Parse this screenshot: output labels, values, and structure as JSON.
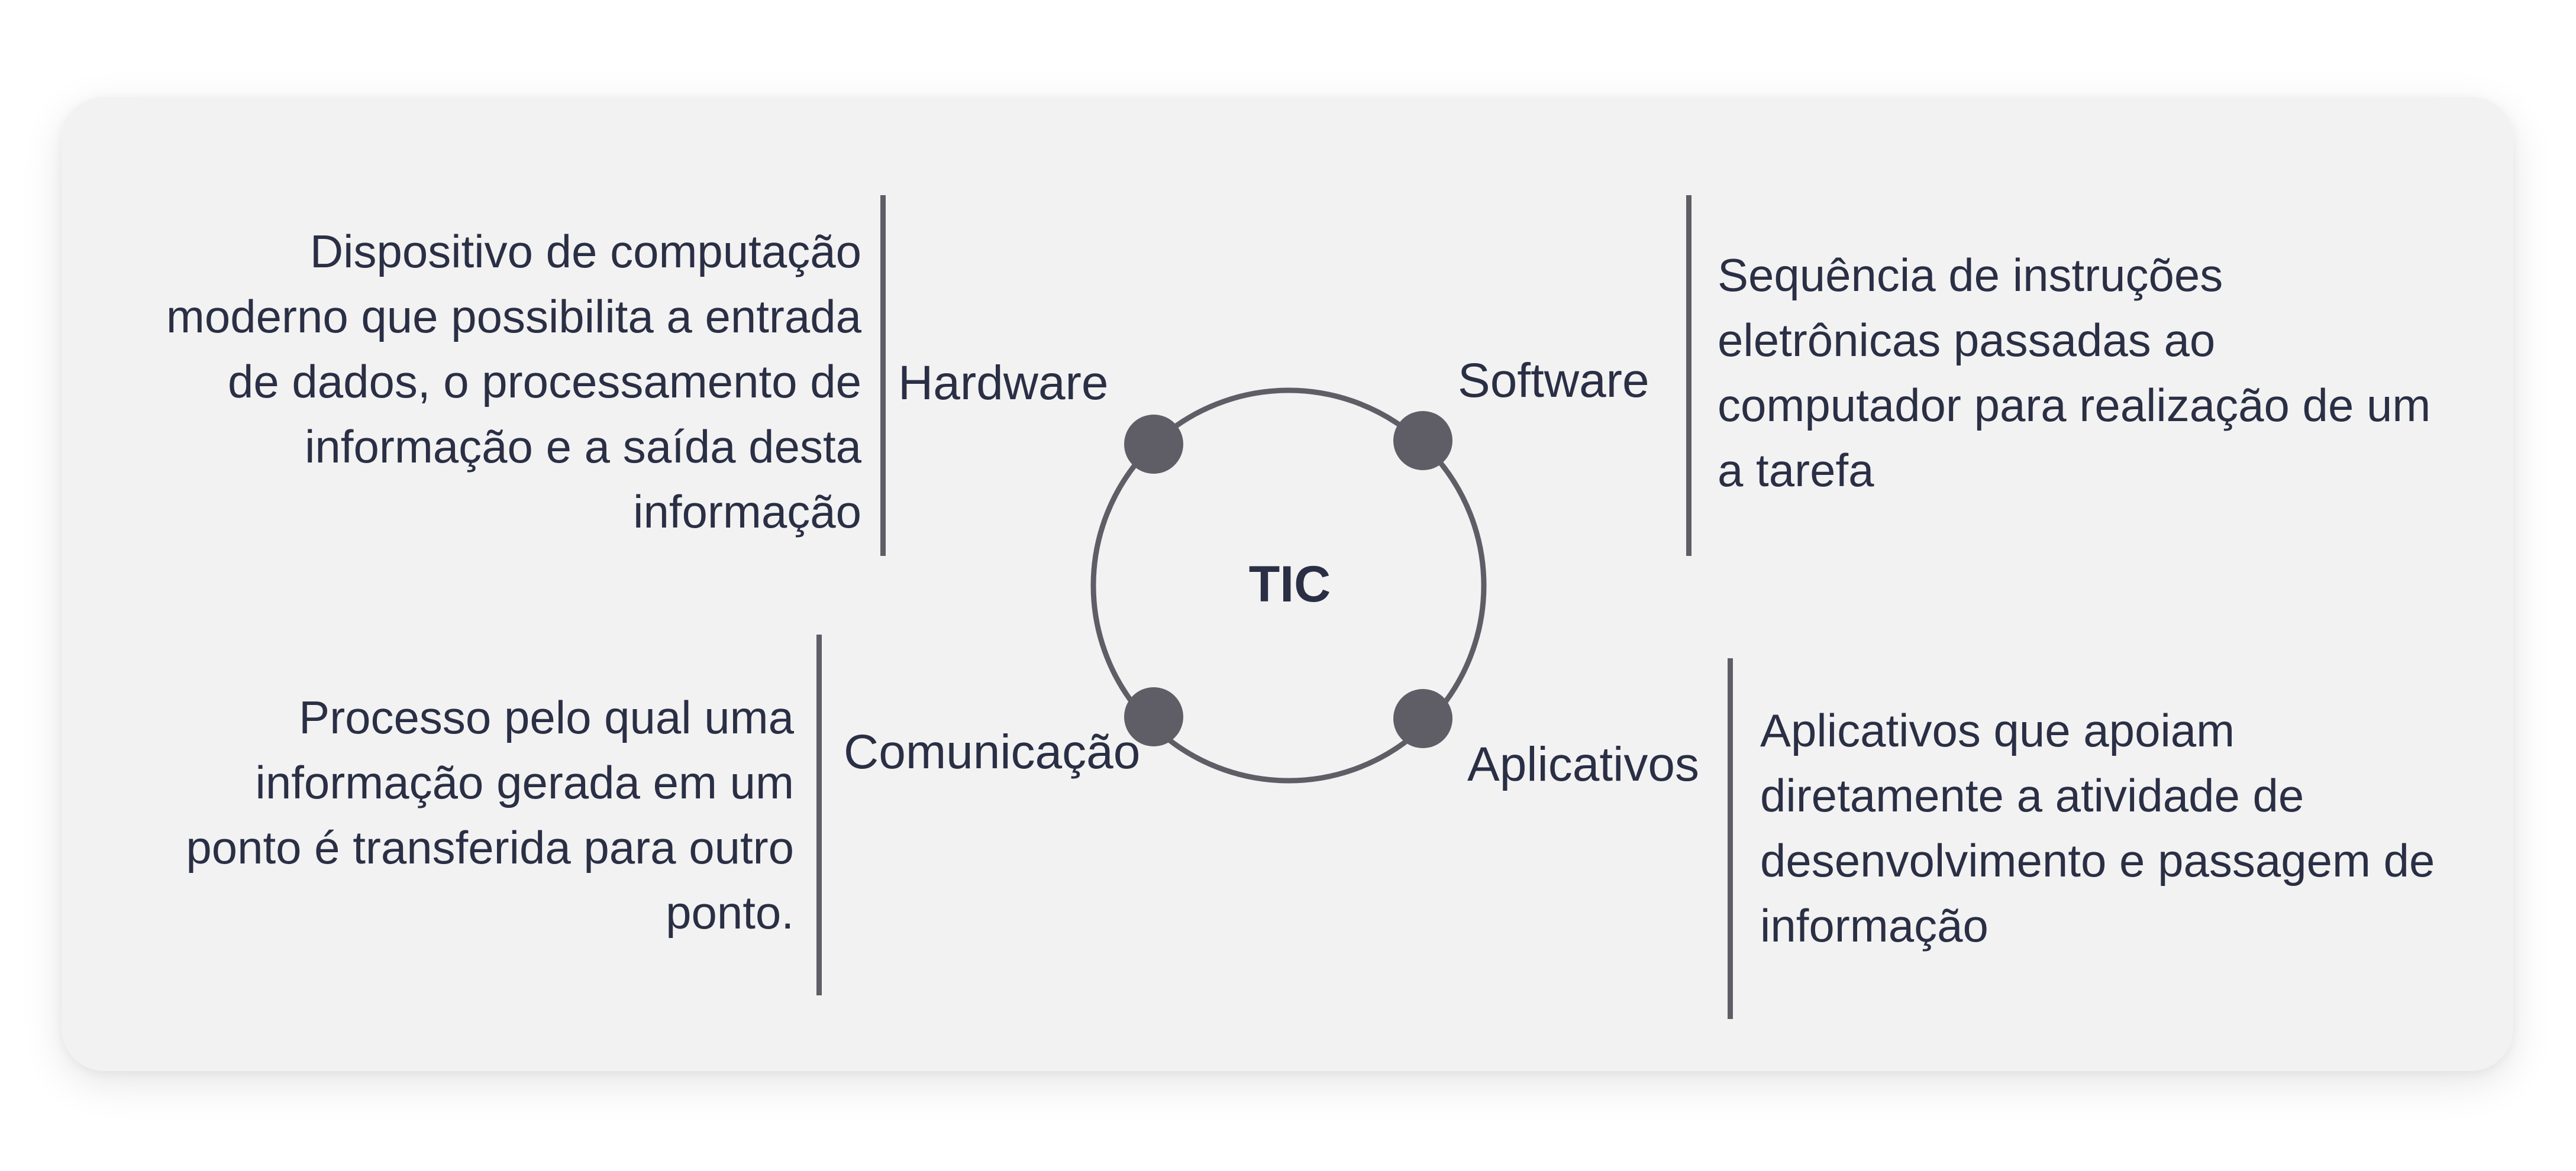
{
  "diagram": {
    "center_label": "TIC",
    "colors": {
      "panel": "#f2f2f2",
      "lines": "#5f5e66",
      "text": "#2a2f45"
    },
    "items": [
      {
        "label": "Hardware",
        "description": "Dispositivo de computação\nmoderno que possibilita a entrada\nde dados, o processamento de\ninformação e a saída desta\ninformação"
      },
      {
        "label": "Software",
        "description": "Sequência de instruções\neletrônicas passadas ao\ncomputador para realização de um\na tarefa"
      },
      {
        "label": "Comunicação",
        "description": "Processo pelo qual uma\ninformação gerada em um\nponto é transferida para outro\nponto."
      },
      {
        "label": "Aplicativos",
        "description": "Aplicativos que apoiam\ndiretamente a atividade de\ndesenvolvimento e passagem de\ninformação"
      }
    ]
  }
}
